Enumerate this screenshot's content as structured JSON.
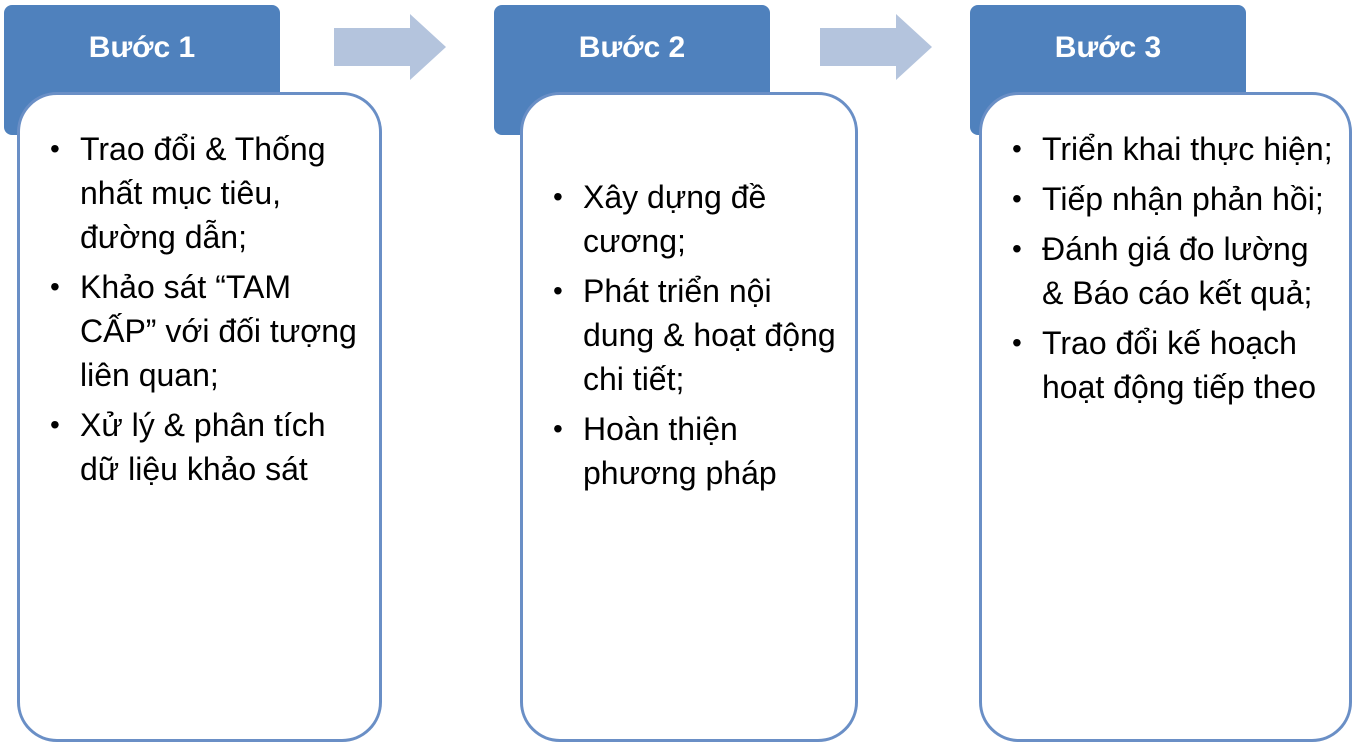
{
  "steps": [
    {
      "title": "Bước 1",
      "items": [
        "Trao đổi & Thống nhất mục tiêu, đường dẫn;",
        "Khảo sát “TAM CẤP” với đối tượng liên quan;",
        "Xử lý & phân tích dữ liệu khảo sát"
      ]
    },
    {
      "title": "Bước 2",
      "items": [
        "Xây dựng đề cương;",
        "Phát triển nội dung & hoạt động chi tiết;",
        "Hoàn thiện phương pháp"
      ]
    },
    {
      "title": "Bước 3",
      "items": [
        "Triển khai thực hiện;",
        "Tiếp nhận phản hồi;",
        "Đánh giá đo lường & Báo cáo kết quả;",
        "Trao đổi kế hoạch hoạt động tiếp theo"
      ]
    }
  ],
  "colors": {
    "header": "#4f81bd",
    "box_border": "#6a8fc6",
    "arrow": "#b4c4dd"
  }
}
